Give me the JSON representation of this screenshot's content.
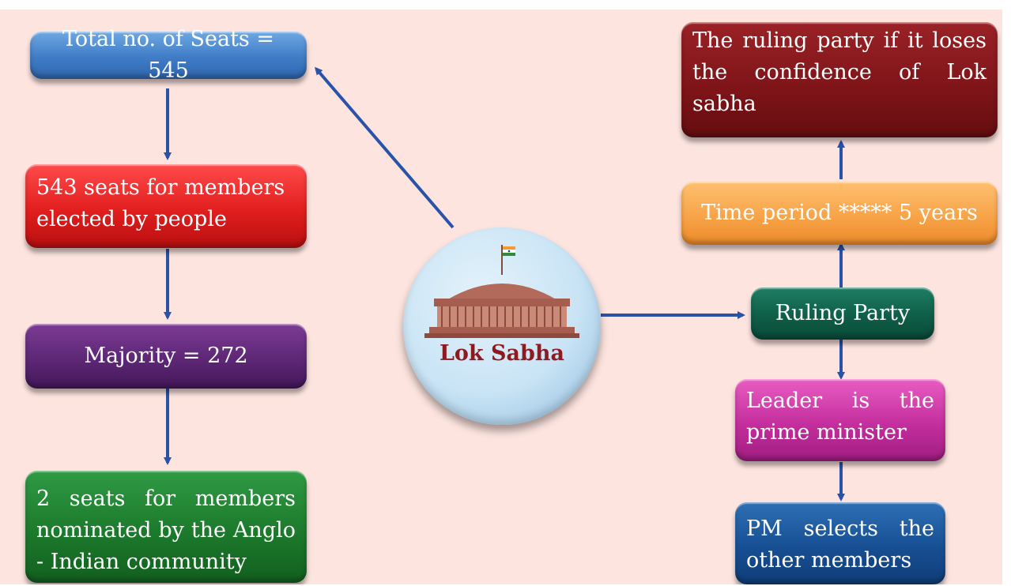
{
  "header": {
    "caption": ""
  },
  "center": {
    "label": "Lok Sabha",
    "icon": "parliament-house-icon",
    "flag_icon": "indian-flag-icon"
  },
  "left_chain": [
    {
      "text": "Total no. of Seats = 545",
      "color": "#3f7cc6"
    },
    {
      "text": "543 seats for members elected by people",
      "color": "#e21e1e"
    },
    {
      "text": "Majority = 272",
      "color": "#5d2775"
    },
    {
      "text": "2 seats for members nominated by the Anglo - Indian community",
      "color": "#1c7a2c"
    }
  ],
  "right_chain": {
    "ruling_party": {
      "text": "Ruling Party",
      "color": "#0f5e47"
    },
    "time_period": {
      "text": "Time period ***** 5 years",
      "color": "#f8a448"
    },
    "loses_confidence": {
      "text": "The ruling party if it loses the confidence of Lok sabha",
      "color": "#801519"
    },
    "leader": {
      "text": "Leader is the prime minister",
      "color": "#c42e9e"
    },
    "pm_selects": {
      "text": "PM selects the other members",
      "color": "#174f93"
    }
  },
  "arrow_color": "#2a52a8"
}
